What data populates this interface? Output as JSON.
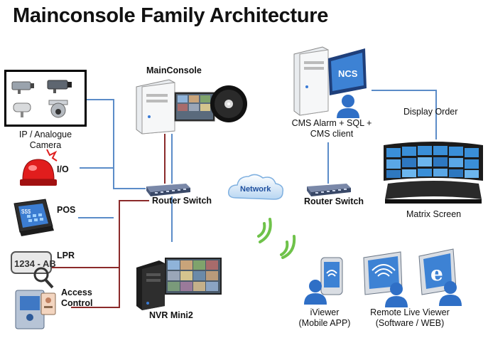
{
  "title": "Mainconsole Family Architecture",
  "labels": {
    "camera_line1": "IP / Analogue",
    "camera_line2": "Camera",
    "io": "I/O",
    "pos": "POS",
    "lpr": "LPR",
    "access_line1": "Access",
    "access_line2": "Control",
    "mainconsole": "MainConsole",
    "router_switch_left": "Router Switch",
    "network": "Network",
    "router_switch_right": "Router Switch",
    "nvr": "NVR Mini2",
    "cms_line1": "CMS Alarm + SQL +",
    "cms_line2": "CMS client",
    "display_order": "Display Order",
    "matrix_screen": "Matrix Screen",
    "iviewer_line1": "iViewer",
    "iviewer_line2": "(Mobile APP)",
    "remote_line1": "Remote Live Viewer",
    "remote_line2": "(Software / WEB)"
  },
  "icon_text": {
    "ncs": "NCS",
    "plate": "1234 - AB",
    "pos_screen": "$$$",
    "ie_letter": "e"
  },
  "colors": {
    "blue_link": "#5b8cc8",
    "red_link": "#8b2a2a",
    "title": "#111111"
  }
}
